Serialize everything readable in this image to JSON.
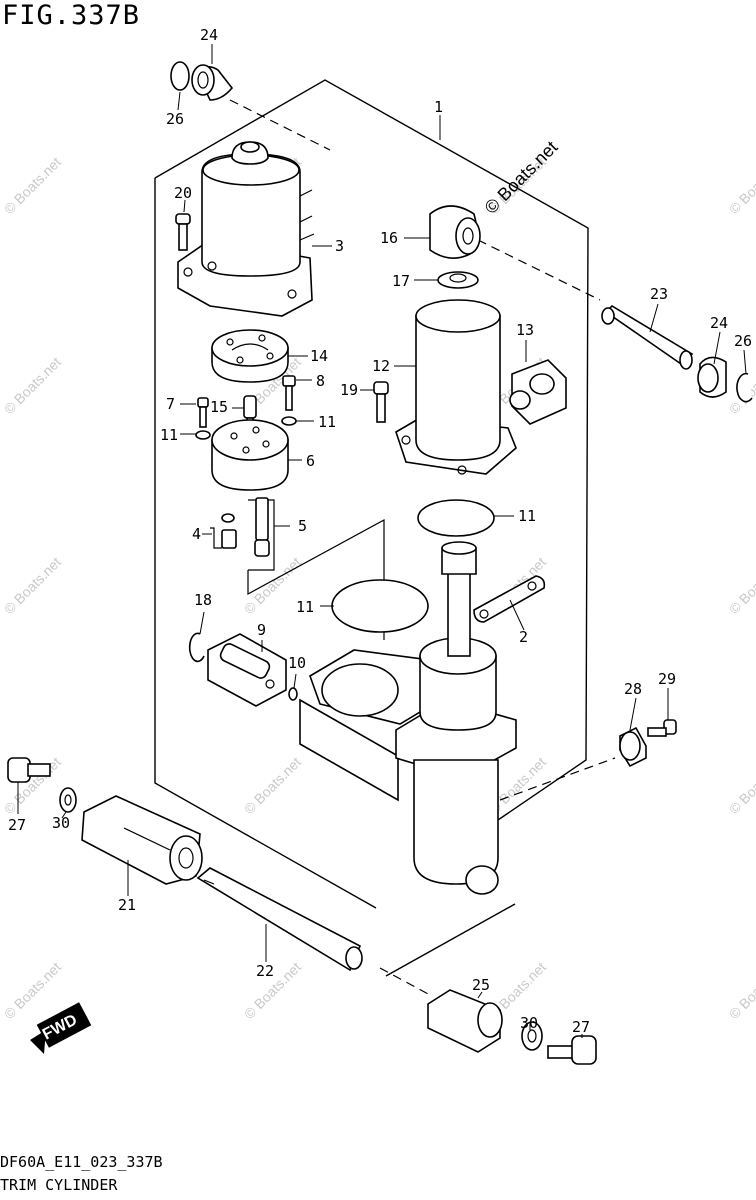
{
  "figure": {
    "title": "FIG.337B",
    "code": "DF60A_E11_023_337B",
    "caption": "TRIM CYLINDER"
  },
  "watermark": {
    "main_text": "© Boats.net",
    "tile_text": "© Boats.net"
  },
  "direction_badge": {
    "label": "FWD",
    "icon": "arrow-left-icon"
  },
  "callouts": {
    "c1": "1",
    "c2": "2",
    "c3": "3",
    "c4": "4",
    "c5": "5",
    "c6": "6",
    "c7": "7",
    "c8": "8",
    "c9": "9",
    "c10": "10",
    "c11a": "11",
    "c11b": "11",
    "c11c": "11",
    "c11d": "11",
    "c12": "12",
    "c13": "13",
    "c14": "14",
    "c15": "15",
    "c16": "16",
    "c17": "17",
    "c18": "18",
    "c19": "19",
    "c20": "20",
    "c21": "21",
    "c22": "22",
    "c23": "23",
    "c24a": "24",
    "c24b": "24",
    "c25": "25",
    "c26a": "26",
    "c26b": "26",
    "c27a": "27",
    "c27b": "27",
    "c28": "28",
    "c29": "29",
    "c30a": "30",
    "c30b": "30"
  },
  "colors": {
    "line": "#000000",
    "background": "#ffffff",
    "watermark": "#c9c9c9"
  }
}
